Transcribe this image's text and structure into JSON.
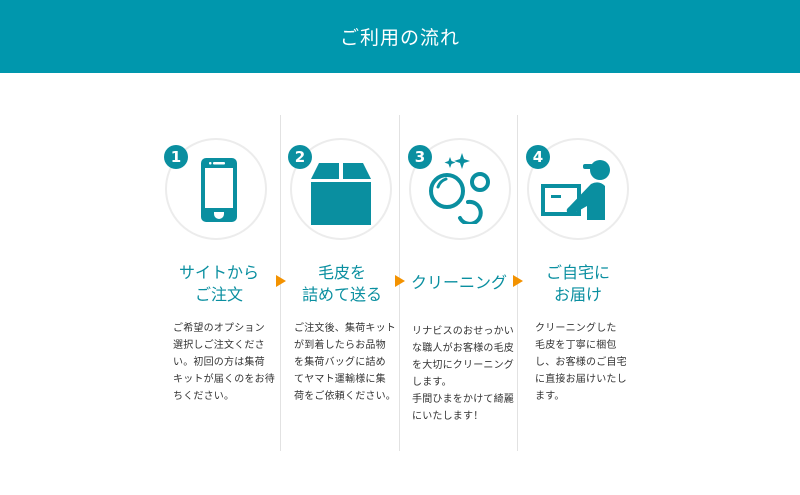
{
  "header": {
    "title": "ご利用の流れ"
  },
  "colors": {
    "header_bg": "#0097ad",
    "accent": "#0a8fa0",
    "arrow": "#f39200",
    "divider": "#e2e2e2"
  },
  "steps": [
    {
      "number": "1",
      "icon": "smartphone-icon",
      "title_lines": [
        "サイトから",
        "ご注文"
      ],
      "desc_lines": [
        "ご希望のオプション",
        "選択しご注文くださ",
        "い。初回の方は集荷",
        "キットが届くのをお待",
        "ちください。"
      ]
    },
    {
      "number": "2",
      "icon": "box-icon",
      "title_lines": [
        "毛皮を",
        "詰めて送る"
      ],
      "desc_lines": [
        "ご注文後、集荷キット",
        "が到着したらお品物",
        "を集荷バッグに詰め",
        "てヤマト運輸様に集",
        "荷をご依頼ください。"
      ]
    },
    {
      "number": "3",
      "icon": "bubbles-sparkle-icon",
      "title_lines": [
        "クリーニング"
      ],
      "desc_lines": [
        "リナビスのおせっかい",
        "な職人がお客様の毛皮",
        "を大切にクリーニング",
        "します。",
        "手間ひまをかけて綺麗",
        "にいたします！"
      ]
    },
    {
      "number": "4",
      "icon": "delivery-person-icon",
      "title_lines": [
        "ご自宅に",
        "お届け"
      ],
      "desc_lines": [
        "クリーニングした",
        "毛皮を丁寧に梱包",
        "し、お客様のご自宅",
        "に直接お届けいたし",
        "ます。"
      ]
    }
  ]
}
